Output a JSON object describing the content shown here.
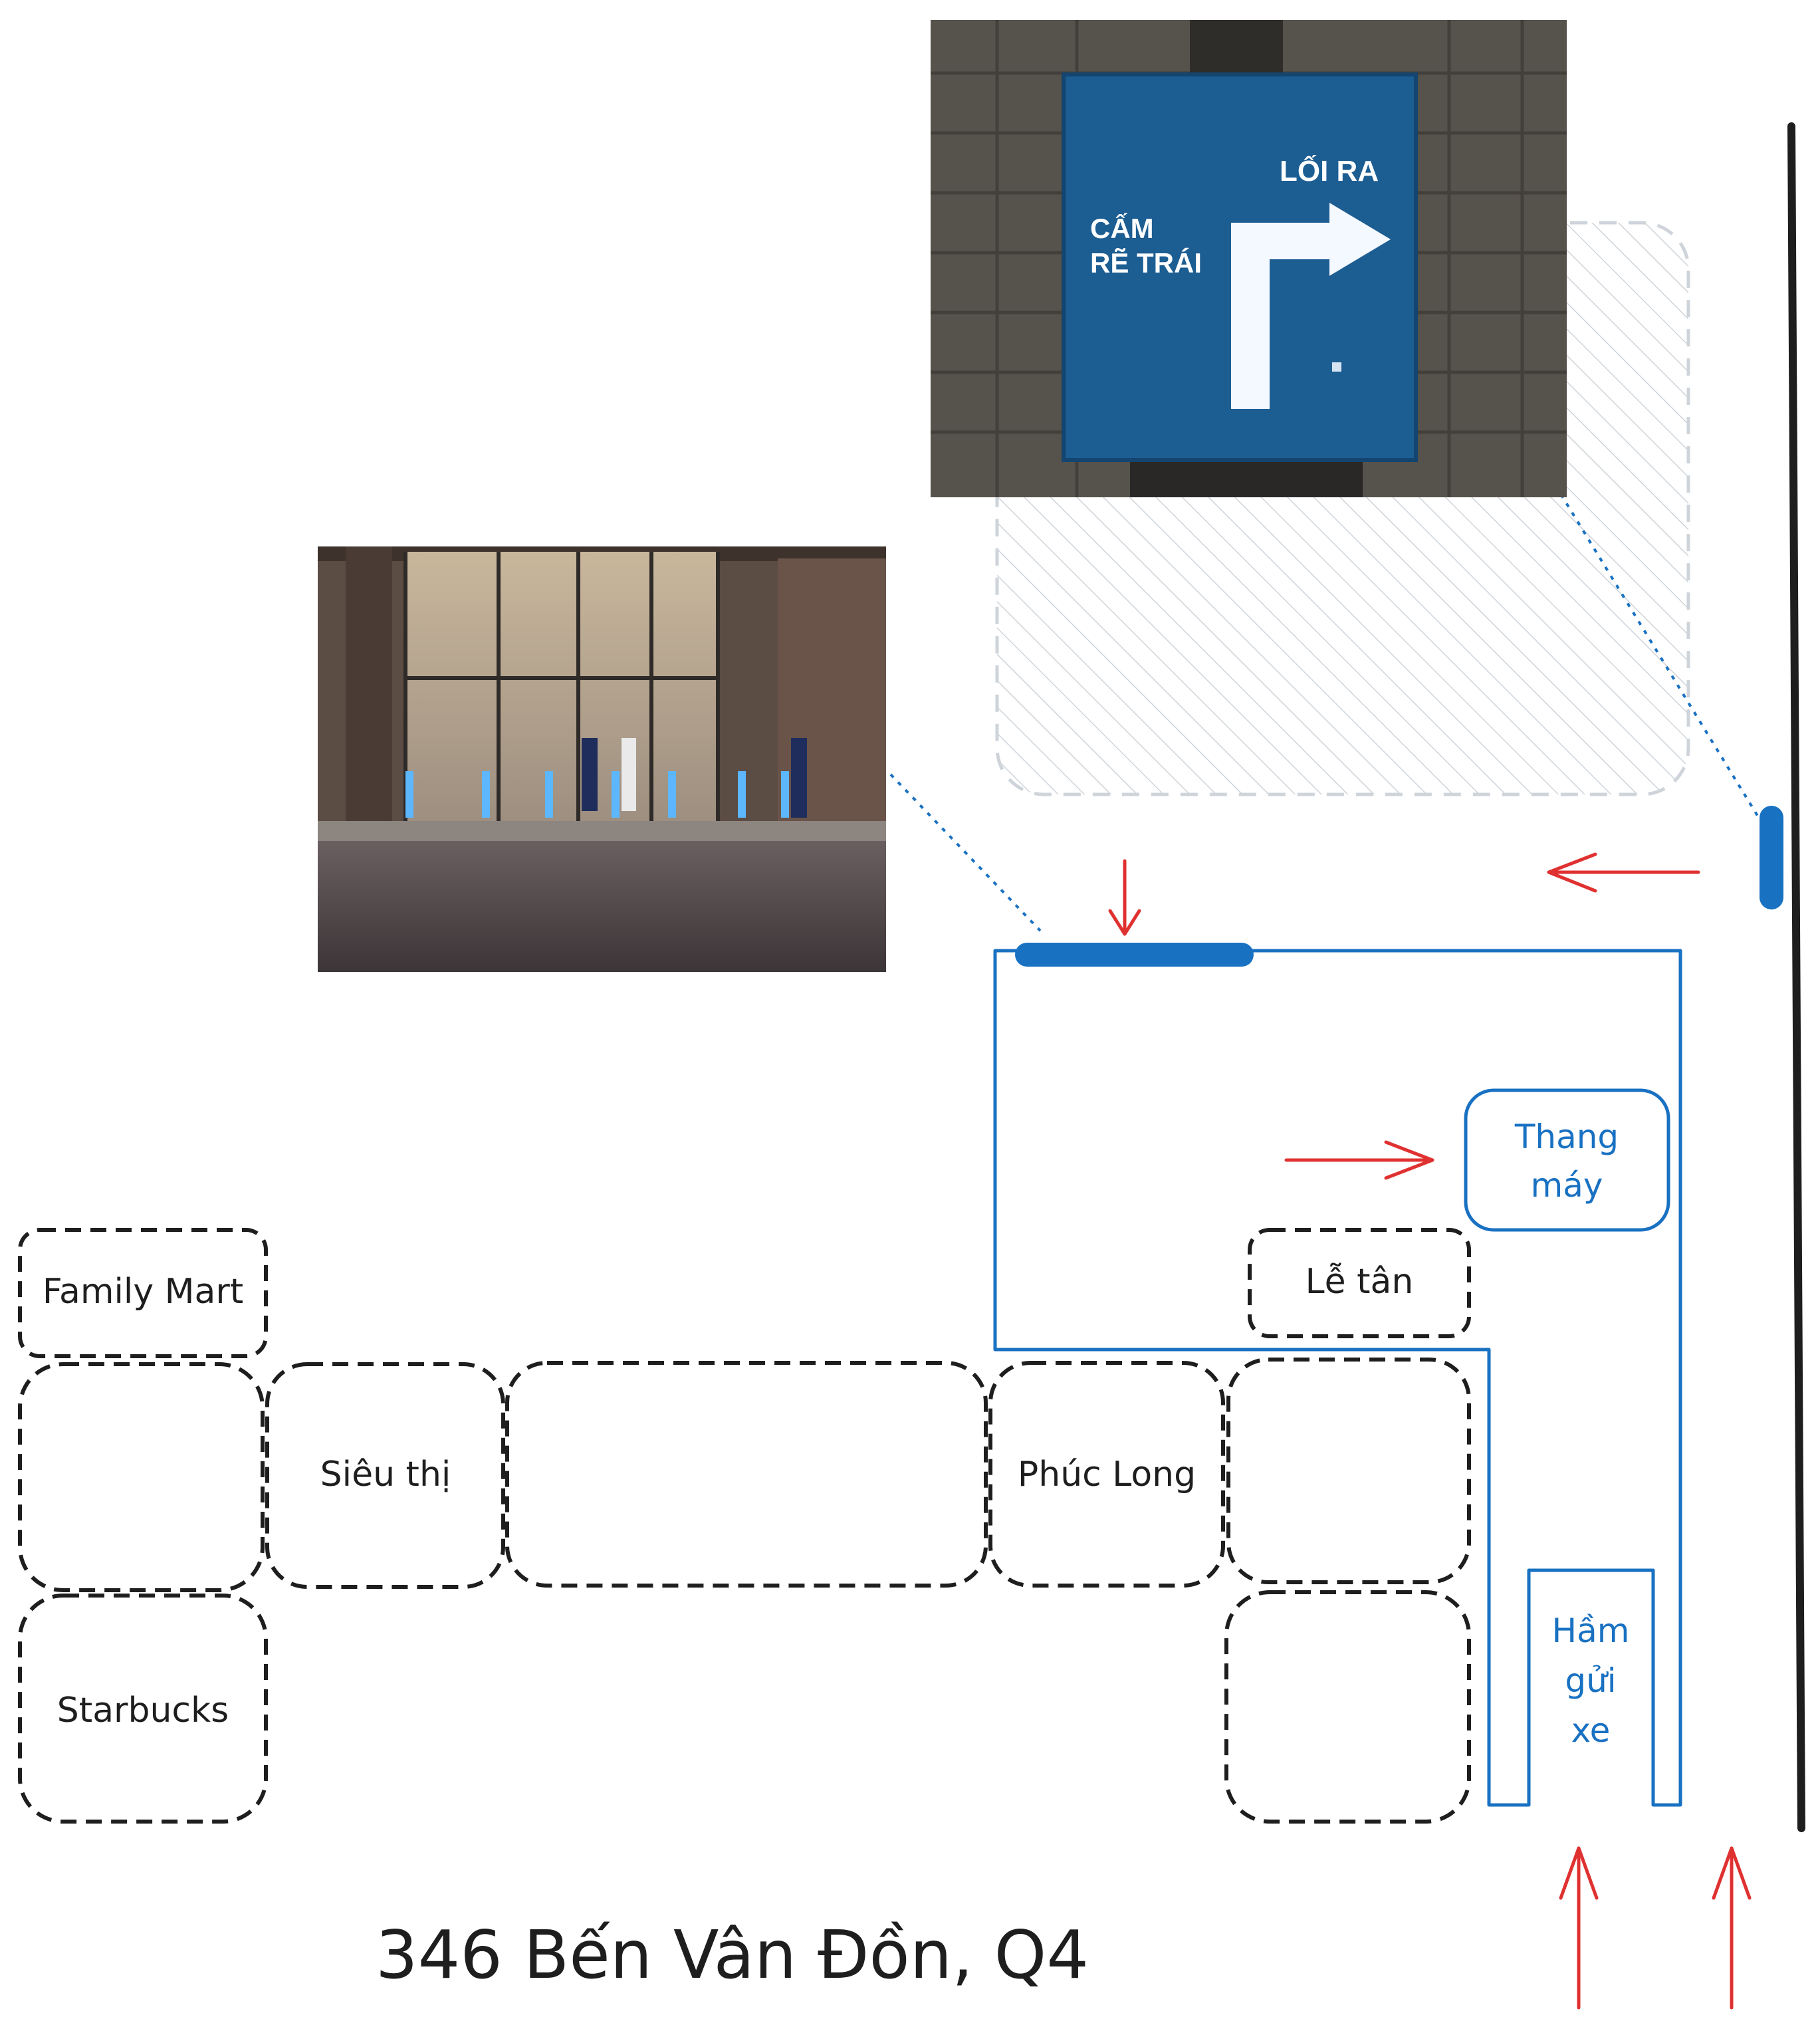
{
  "title": "346 Bến Vân Đồn, Q4",
  "stores": {
    "family_mart": "Family Mart",
    "sieu_thi": "Siêu thị",
    "phuc_long": "Phúc Long",
    "starbucks": "Starbucks",
    "le_tan": "Lễ tân"
  },
  "building": {
    "elevator_line1": "Thang",
    "elevator_line2": "máy",
    "parking_line1": "Hầm",
    "parking_line2": "gửi",
    "parking_line3": "xe"
  },
  "sign_photo": {
    "exit_text": "LỐI RA",
    "no_left_line1": "CẤM",
    "no_left_line2": "RẼ TRÁI"
  },
  "colors": {
    "ink": "#1e1e1e",
    "blue": "#1971c2",
    "red": "#e03131",
    "hatch": "#ced4da"
  },
  "icons": {
    "arrow": "red-arrow-icon",
    "entrance_marker": "blue-entrance-marker"
  }
}
